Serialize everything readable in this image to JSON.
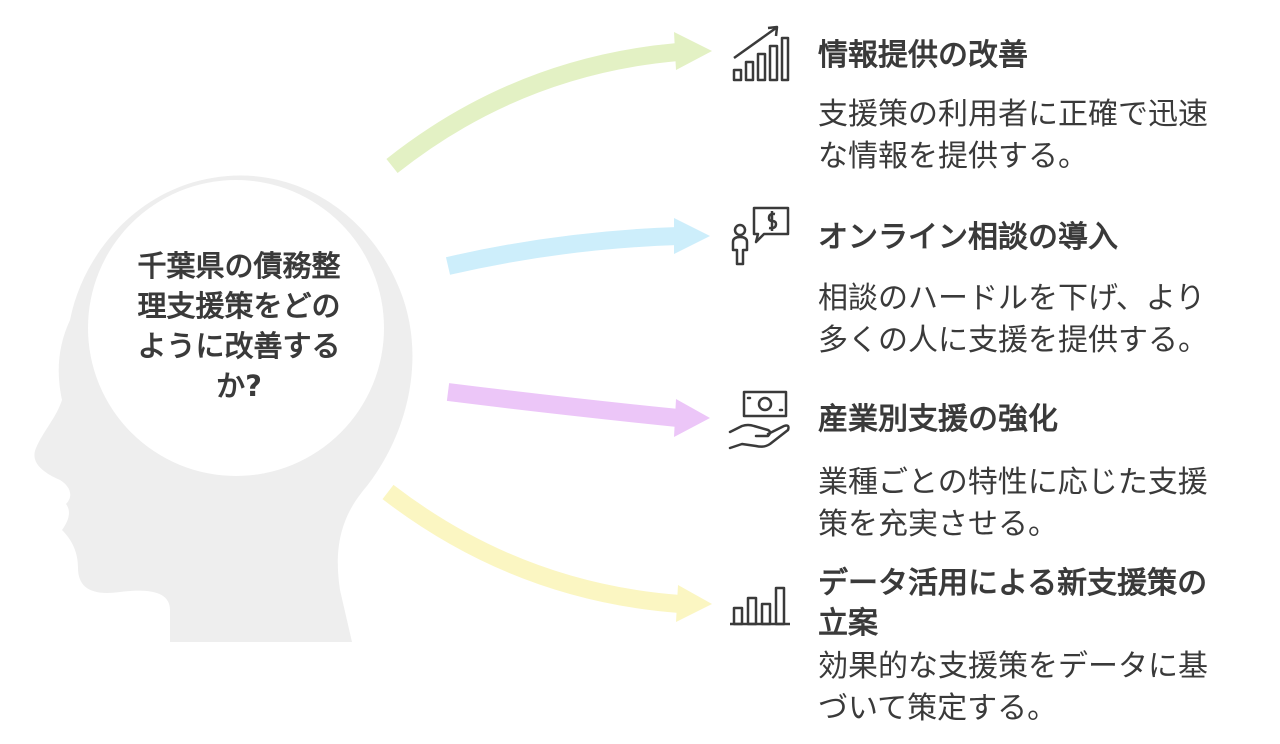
{
  "center": {
    "question": "千葉県の債務整\n理支援策をどの\nように改善する\nか?"
  },
  "items": [
    {
      "title": "情報提供の改善",
      "description": "支援策の利用者に正確で迅速\nな情報を提供する。",
      "icon": "growth-chart-icon",
      "arrow_color": "#e3f1c4"
    },
    {
      "title": "オンライン相談の導入",
      "description": "相談のハードルを下げ、より\n多くの人に支援を提供する。",
      "icon": "person-dollar-chat-icon",
      "arrow_color": "#cdeefb"
    },
    {
      "title": "産業別支援の強化",
      "description": "業種ごとの特性に応じた支援\n策を充実させる。",
      "icon": "hand-money-icon",
      "arrow_color": "#ecc6f8"
    },
    {
      "title": "データ活用による新支援策の\n立案",
      "description": "効果的な支援策をデータに基\nづいて策定する。",
      "icon": "bar-chart-icon",
      "arrow_color": "#fbf6c2"
    }
  ],
  "colors": {
    "head": "#eeeeee",
    "inner_circle": "#ffffff",
    "text": "#3a3a3a",
    "icon": "#3a3a3a"
  }
}
